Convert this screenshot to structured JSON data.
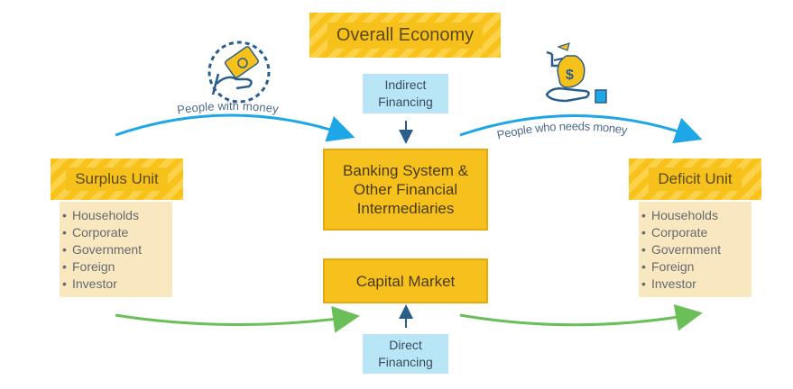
{
  "title": "Overall Economy",
  "indirect_financing": "Indirect Financing",
  "direct_financing": "Direct Financing",
  "banking_system": "Banking System & Other Financial Intermediaries",
  "capital_market": "Capital Market",
  "surplus": {
    "title": "Surplus Unit",
    "items": [
      "Households",
      "Corporate",
      "Government",
      "Foreign",
      "Investor"
    ]
  },
  "deficit": {
    "title": "Deficit Unit",
    "items": [
      "Households",
      "Corporate",
      "Government",
      "Foreign",
      "Investor"
    ]
  },
  "flow_labels": {
    "left": "People with money",
    "right": "People who needs money"
  },
  "icons": {
    "left": "hand-holding-money-icon",
    "right": "hand-receiving-money-bag-icon"
  },
  "colors": {
    "yellow": "#f7c11c",
    "blue_box": "#b8e6f6",
    "blue_arrow": "#1ea6e6",
    "green_arrow": "#6bbf58",
    "list_bg": "#f8e7bf",
    "navy": "#1f4b73"
  }
}
